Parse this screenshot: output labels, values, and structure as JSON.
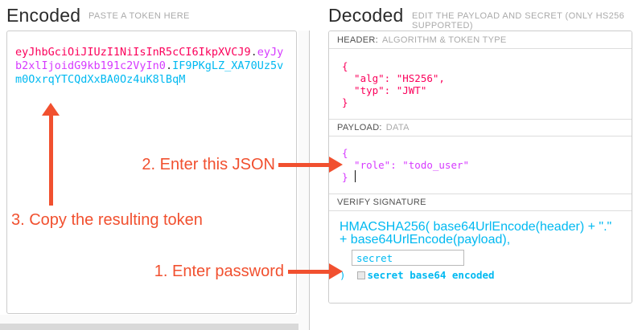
{
  "encoded": {
    "title": "Encoded",
    "subtitle": "PASTE A TOKEN HERE",
    "token": {
      "header": "eyJhbGciOiJIUzI1NiIsInR5cCI6IkpXVCJ9",
      "dot1": ".",
      "payload": "eyJyb2xlIjoidG9kb191c2VyIn0",
      "dot2": ".",
      "signature": "IF9PKgLZ_XA70Uz5vm0OxrqYTCQdXxBA0Oz4uK8lBqM"
    }
  },
  "decoded": {
    "title": "Decoded",
    "subtitle": "EDIT THE PAYLOAD AND SECRET (ONLY HS256 SUPPORTED)",
    "header_section": {
      "label": "HEADER:",
      "sublabel": "ALGORITHM & TOKEN TYPE",
      "json": "{\n  \"alg\": \"HS256\",\n  \"typ\": \"JWT\"\n}"
    },
    "payload_section": {
      "label": "PAYLOAD:",
      "sublabel": "DATA",
      "json": "{\n  \"role\": \"todo_user\"\n}"
    },
    "verify_section": {
      "label": "VERIFY SIGNATURE",
      "code_line1": "HMACSHA256(",
      "code_line2": "  base64UrlEncode(header) + \".\" +",
      "code_line3": "  base64UrlEncode(payload),",
      "secret_value": "secret",
      "close_paren": ")",
      "checkbox_label": "secret base64 encoded"
    }
  },
  "annotations": {
    "step1": "1. Enter password",
    "step2": "2. Enter this JSON",
    "step3": "3. Copy the resulting token"
  },
  "colors": {
    "jwt_header": "#fb015b",
    "jwt_payload": "#d63aff",
    "jwt_signature": "#00b9f1",
    "annotation": "#f1502f"
  }
}
